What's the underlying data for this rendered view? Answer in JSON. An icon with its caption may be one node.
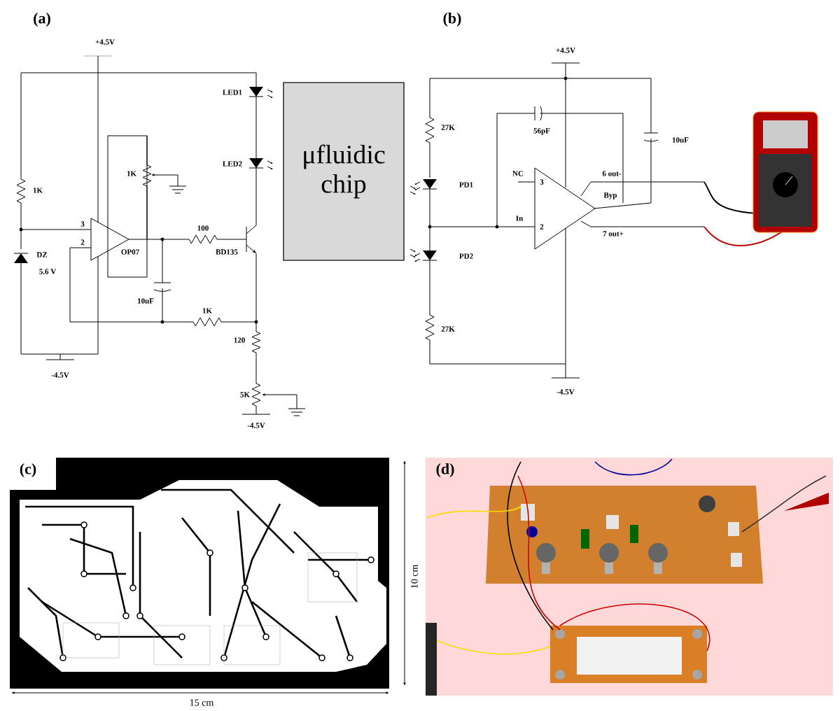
{
  "diagram": {
    "nodes": [
      {
        "text": [
          "μfluidic chip"
        ]
      }
    ],
    "labels": [
      "(a)",
      "+4.5V",
      "LED1",
      "LED2",
      "1K",
      "1K",
      "3",
      "2",
      "OP07",
      "100",
      "BD135",
      "DZ",
      "5.6 V",
      "10uF",
      "1K",
      "120",
      "-4.5V",
      "5K",
      "-4.5V",
      "(b)",
      "+4.5V",
      "27K",
      "56pF",
      "10uF",
      "NC",
      "3",
      "6 out-",
      "PD1",
      "Byp",
      "In",
      "2",
      "7 out+",
      "PD2",
      "27K",
      "-4.5V",
      "(c)",
      "10 cm",
      "15 cm",
      "(d)"
    ]
  }
}
